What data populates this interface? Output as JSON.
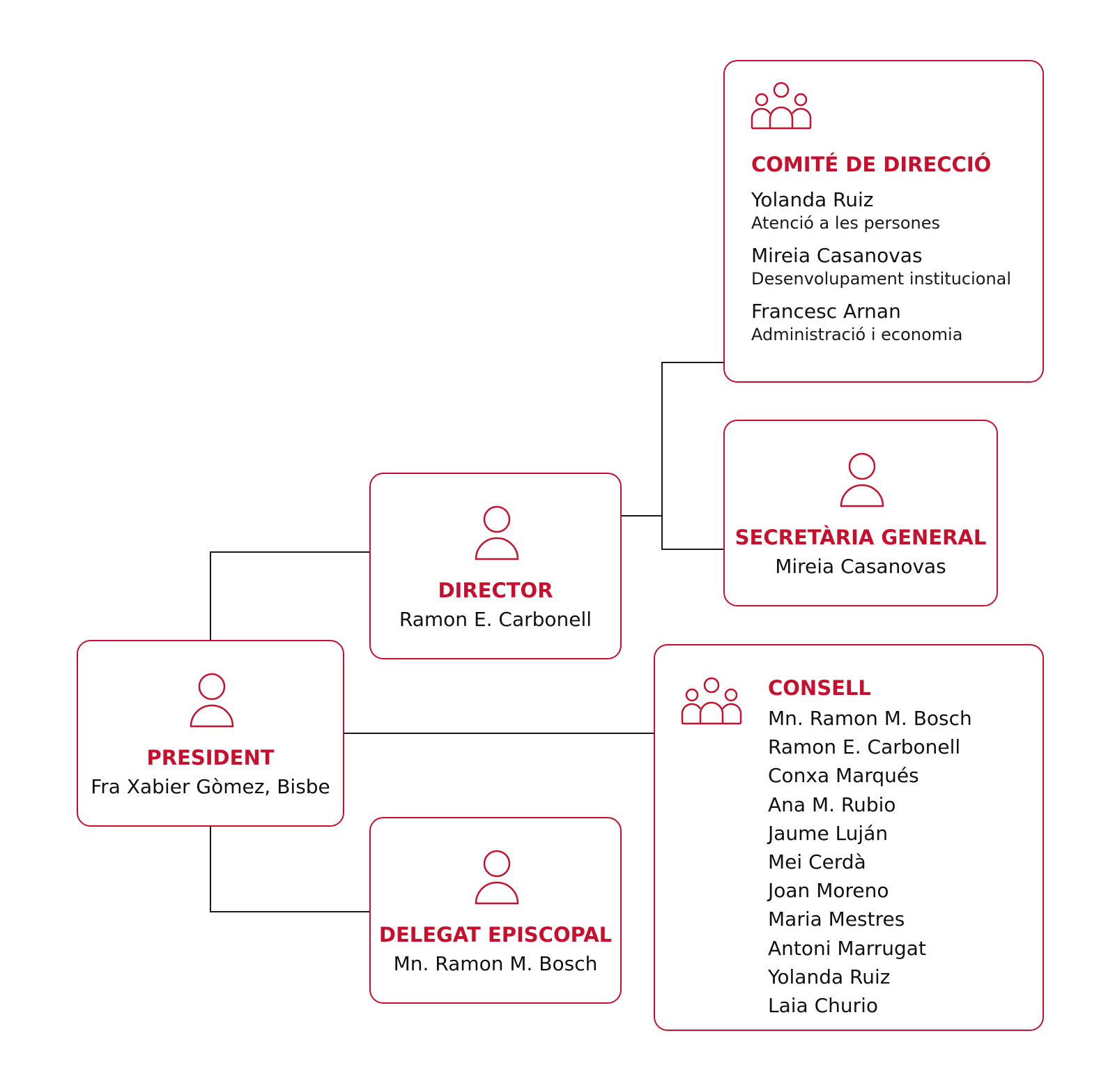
{
  "colors": {
    "accent": "#c8102e",
    "text": "#111111",
    "connector": "#1a1a1a"
  },
  "president": {
    "title": "PRESIDENT",
    "name": "Fra Xabier Gòmez, Bisbe",
    "icon": "person-icon"
  },
  "director": {
    "title": "DIRECTOR",
    "name": "Ramon E. Carbonell",
    "icon": "person-icon"
  },
  "delegat": {
    "title": "DELEGAT EPISCOPAL",
    "name": "Mn. Ramon M. Bosch",
    "icon": "person-icon"
  },
  "secretaria": {
    "title": "SECRETÀRIA GENERAL",
    "name": "Mireia Casanovas",
    "icon": "person-icon"
  },
  "comite": {
    "title": "COMITÉ DE DIRECCIÓ",
    "icon": "group-icon",
    "members": [
      {
        "name": "Yolanda Ruiz",
        "role": "Atenció a les persones"
      },
      {
        "name": "Mireia Casanovas",
        "role": "Desenvolupament institucional"
      },
      {
        "name": "Francesc Arnan",
        "role": "Administració i economia"
      }
    ]
  },
  "consell": {
    "title": "CONSELL",
    "icon": "group-icon",
    "members": [
      "Mn. Ramon M. Bosch",
      "Ramon E. Carbonell",
      "Conxa Marqués",
      "Ana M. Rubio",
      "Jaume Luján",
      "Mei Cerdà",
      "Joan Moreno",
      "Maria Mestres",
      "Antoni Marrugat",
      "Yolanda Ruiz",
      "Laia Churio"
    ]
  }
}
